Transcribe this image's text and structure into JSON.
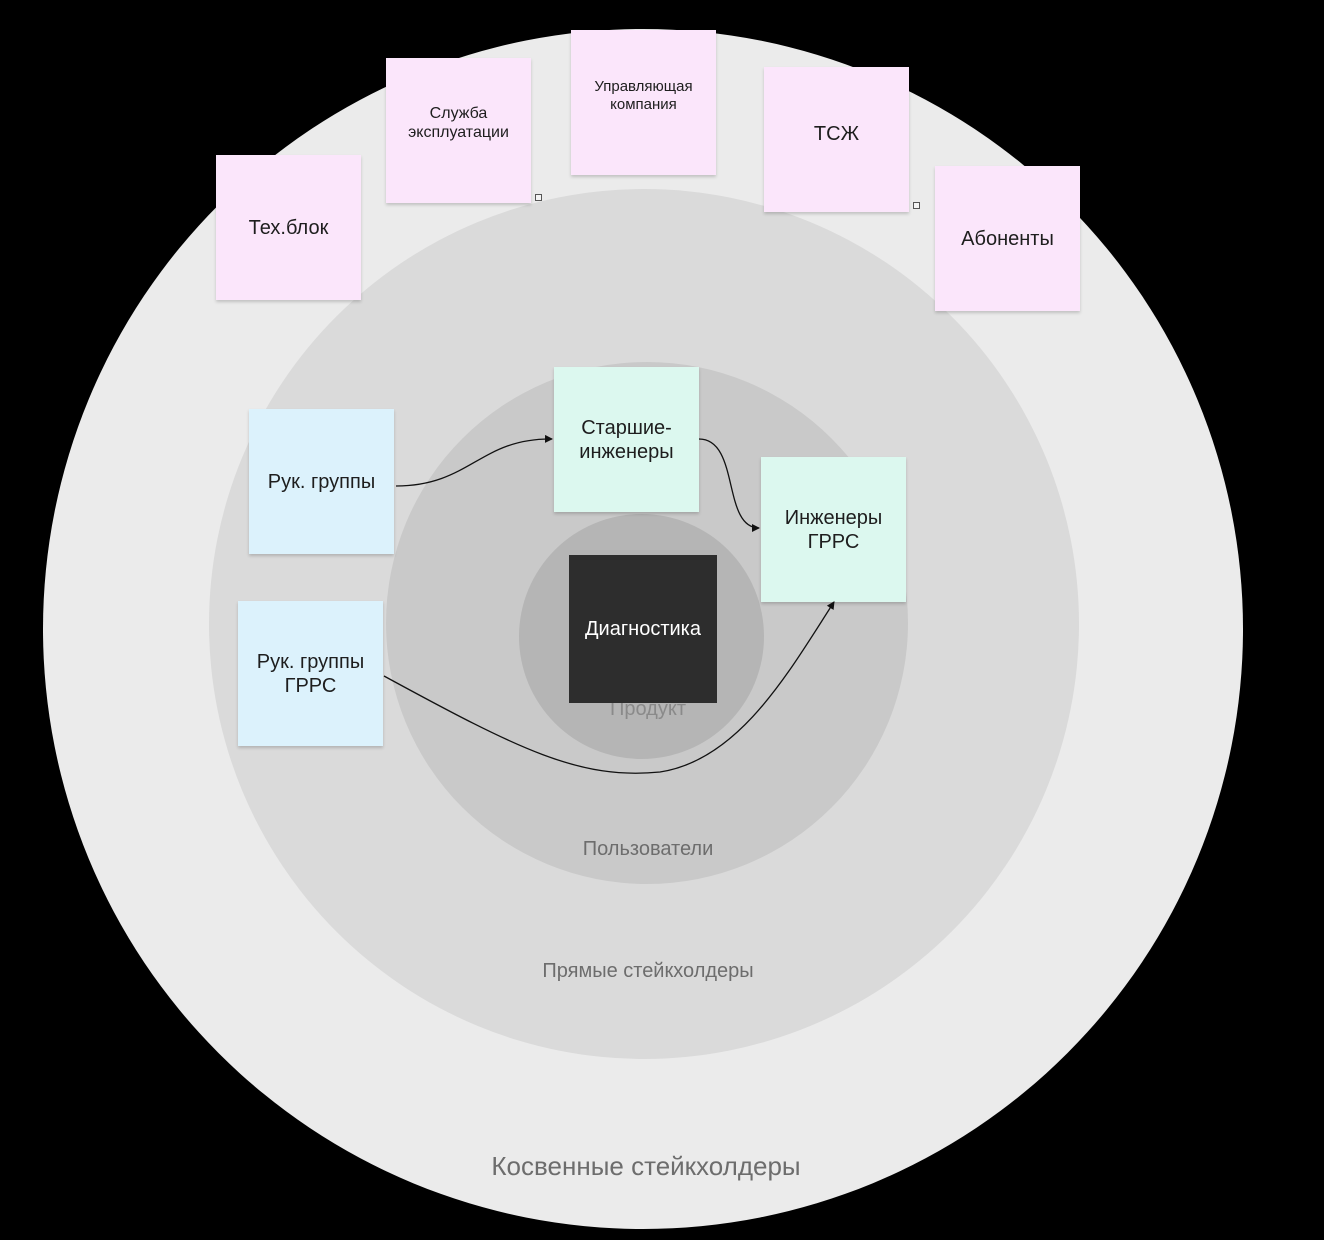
{
  "rings": {
    "product": "Продукт",
    "users": "Пользователи",
    "direct": "Прямые стейкхолдеры",
    "indirect": "Косвенные стейкхолдеры"
  },
  "core": "Диагностика",
  "indirect_stakeholders": {
    "tech_block": "Тех.блок",
    "operations": "Служба эксплуатации",
    "management_company": "Управляющая компания",
    "hoa": "ТСЖ",
    "subscribers": "Абоненты"
  },
  "direct_stakeholders": {
    "group_leads": "Рук. группы",
    "group_leads_grrs": "Рук. группы ГРРС"
  },
  "users": {
    "senior_engineers": "Старшие-инженеры",
    "grrs_engineers": "Инженеры ГРРС"
  },
  "colors": {
    "indirect_sticky": "#fbe6fb",
    "direct_sticky": "#dcf2fc",
    "user_sticky": "#dcf8ef",
    "core": "#2d2d2d"
  }
}
